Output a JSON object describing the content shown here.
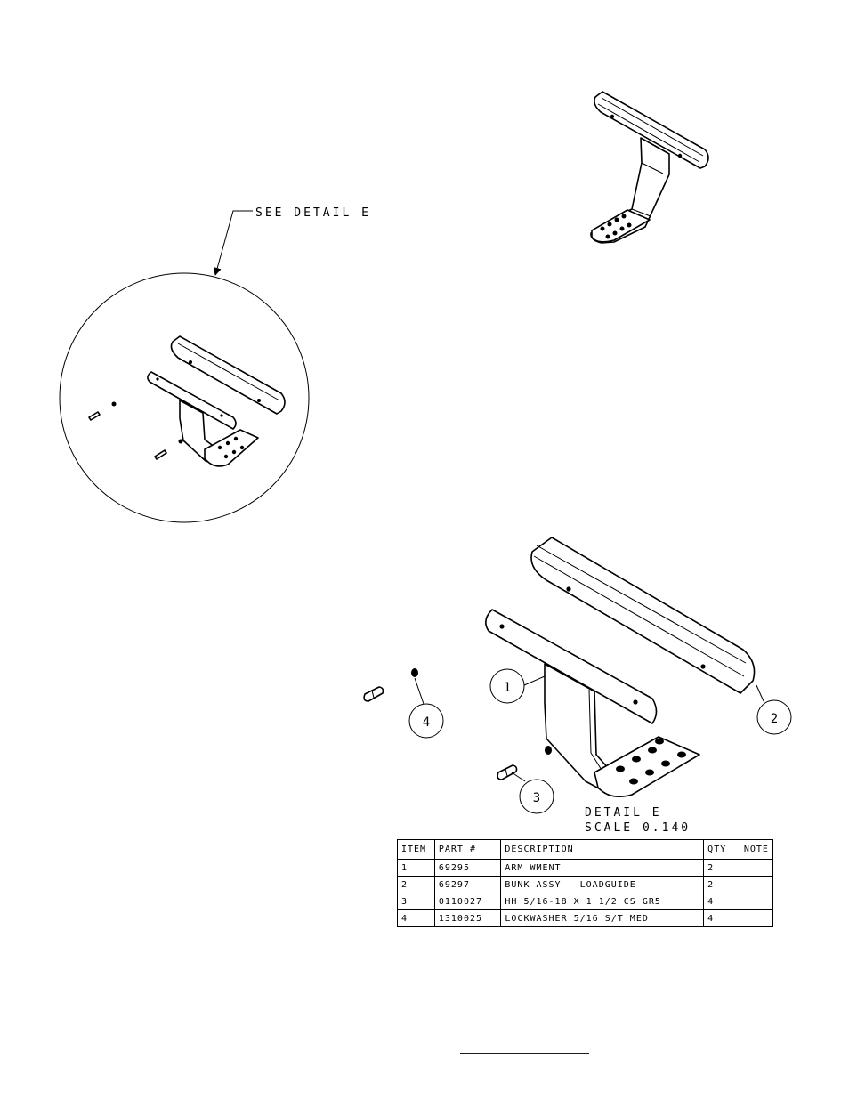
{
  "callouts": {
    "see_detail": "SEE DETAIL  E",
    "detail_title": "DETAIL  E",
    "detail_scale": "SCALE  0.140"
  },
  "balloons": [
    "1",
    "2",
    "3",
    "4"
  ],
  "parts_table": {
    "headers": [
      "ITEM",
      "PART #",
      "DESCRIPTION",
      "QTY",
      "NOTE"
    ],
    "rows": [
      {
        "item": "1",
        "part": "69295",
        "description": "ARM WMENT",
        "qty": "2",
        "note": ""
      },
      {
        "item": "2",
        "part": "69297",
        "description": "BUNK ASSY   LOADGUIDE",
        "qty": "2",
        "note": ""
      },
      {
        "item": "3",
        "part": "0110027",
        "description": "HH 5/16-18 X 1 1/2 CS GR5",
        "qty": "4",
        "note": ""
      },
      {
        "item": "4",
        "part": "1310025",
        "description": "LOCKWASHER 5/16 S/T MED",
        "qty": "4",
        "note": ""
      }
    ]
  },
  "footer": {
    "link_text": ""
  }
}
